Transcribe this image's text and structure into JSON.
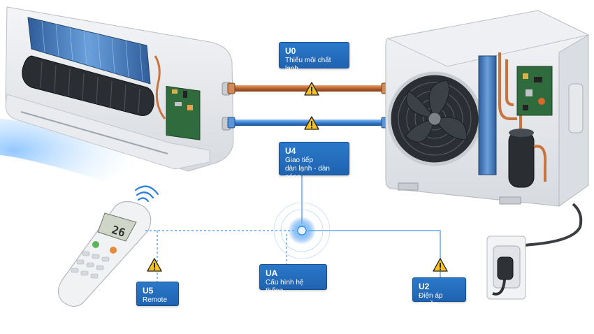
{
  "labels": {
    "u0": {
      "code": "U0",
      "desc": "Thiếu môi chất lạnh"
    },
    "u4": {
      "code": "U4",
      "desc_line1": "Giao tiếp",
      "desc_line2": "dàn lạnh - dàn nóng"
    },
    "ua": {
      "code": "UA",
      "desc": "Cấu hình hệ thống"
    },
    "u5": {
      "code": "U5",
      "desc": "Remote"
    },
    "u2": {
      "code": "U2",
      "desc": "Điện áp nguồn"
    }
  },
  "remote": {
    "display": "26"
  },
  "colors": {
    "label_blue": "#2267b5",
    "copper_pipe": "#c7743f",
    "blue_pipe": "#3a7fd1",
    "signal_line": "#6aa5e8",
    "warning_yellow": "#f6c21c"
  }
}
